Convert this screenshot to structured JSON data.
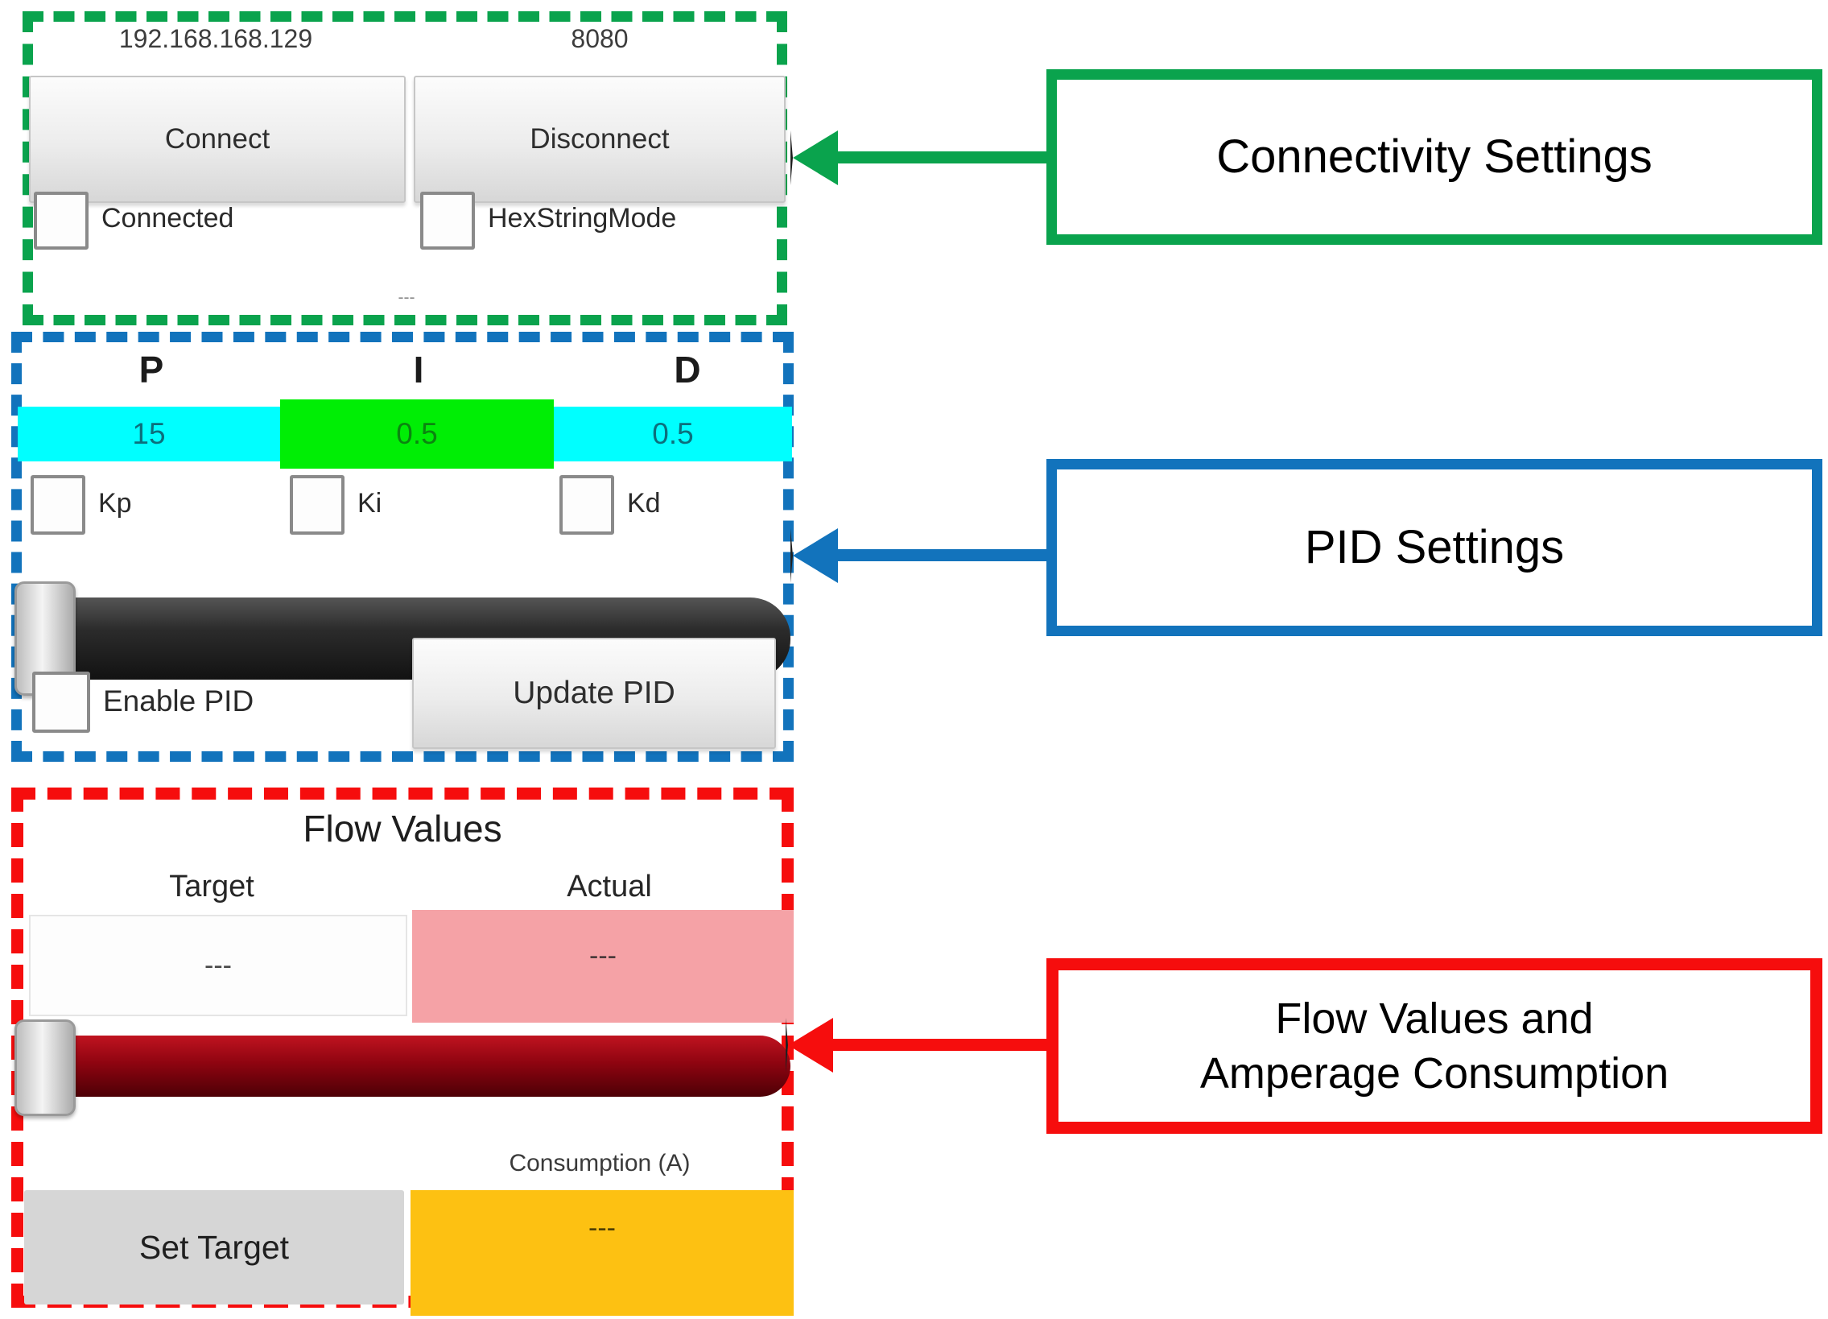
{
  "connectivity": {
    "ip": "192.168.168.129",
    "port": "8080",
    "connect_label": "Connect",
    "disconnect_label": "Disconnect",
    "connected_label": "Connected",
    "hexstring_label": "HexStringMode",
    "status_placeholder": "---"
  },
  "pid": {
    "headers": {
      "p": "P",
      "i": "I",
      "d": "D"
    },
    "values": {
      "p": "15",
      "i": "0.5",
      "d": "0.5"
    },
    "checkboxes": {
      "kp": "Kp",
      "ki": "Ki",
      "kd": "Kd"
    },
    "enable_label": "Enable PID",
    "update_label": "Update PID"
  },
  "flow": {
    "title": "Flow Values",
    "target_header": "Target",
    "actual_header": "Actual",
    "target_value": "---",
    "actual_value": "---",
    "consumption_label": "Consumption (A)",
    "consumption_value": "---",
    "set_target_label": "Set Target"
  },
  "annotations": {
    "connectivity_label": "Connectivity Settings",
    "pid_label": "PID Settings",
    "flow_label_line1": "Flow Values and",
    "flow_label_line2": "Amperage Consumption"
  },
  "colors": {
    "green": "#0aa34d",
    "blue": "#1273bc",
    "red": "#f60d0d",
    "cyan-cell": "#00ffff",
    "green-cell": "#00ee05",
    "cyan-cell-text": "#0c6f7c",
    "green-cell-text": "#0b8510",
    "pink-cell": "#f5a2a6",
    "amber-cell": "#fdc112",
    "dark-slider": "#222222",
    "darkred-slider": "#8e0410"
  }
}
